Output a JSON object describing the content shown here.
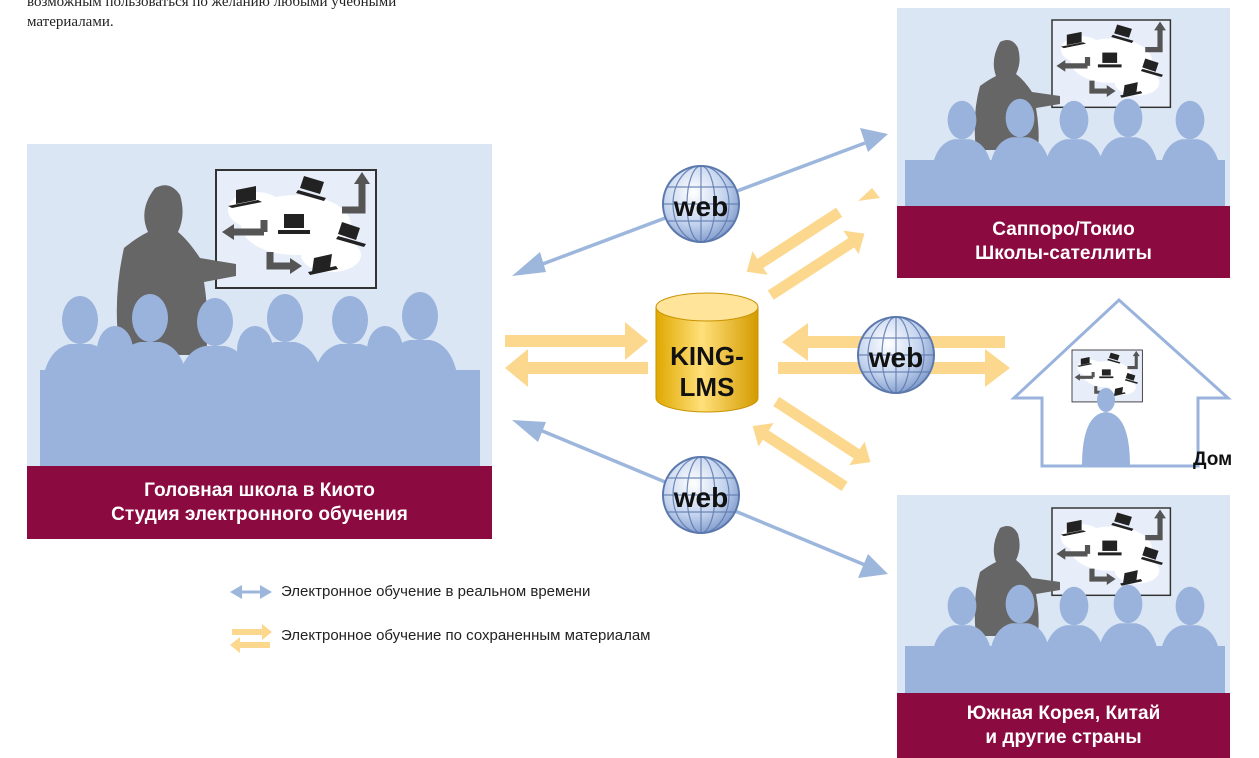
{
  "intro": {
    "line1": "возможным пользоваться по желанию любыми учебными",
    "line2": "материалами."
  },
  "nodes": {
    "main": {
      "line1": "Головная школа в Киото",
      "line2": "Студия электронного обучения"
    },
    "sapporo": {
      "line1": "Саппоро/Токио",
      "line2": "Школы-сателлиты"
    },
    "korea": {
      "line1": "Южная Корея, Китай",
      "line2": "и другие страны"
    },
    "home": {
      "label": "Дом"
    },
    "server": {
      "line1": "KING-",
      "line2": "LMS"
    }
  },
  "globe_label": "web",
  "legend": {
    "realtime": "Электронное обучение в реальном времени",
    "stored": "Электронное обучение по сохраненным материалам"
  },
  "colors": {
    "realtime_arrow": "#9db6dc",
    "stored_arrow": "#fcd88f",
    "label_bar": "#8b0a3f",
    "panel_bg": "#dbe6f5",
    "silhouette_audience": "#9ab3dc",
    "silhouette_teacher": "#666666",
    "server_gold": "#f2c12e"
  }
}
